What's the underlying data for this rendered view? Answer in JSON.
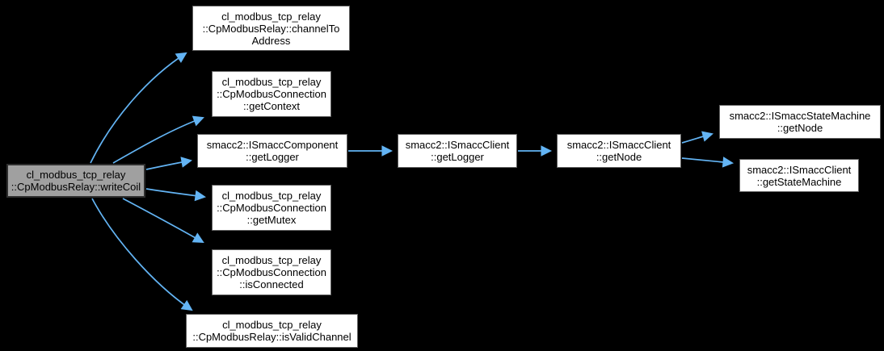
{
  "diagram": {
    "kind": "call-graph",
    "background_color": "#000000",
    "edge_color": "#63b4f4",
    "node_fill": "#ffffff",
    "node_border": "#5f5f5f",
    "highlight_node_fill": "#a0a0a0",
    "highlight_node_border": "#2e2e2e"
  },
  "nodes": {
    "writeCoil": {
      "lines": [
        "cl_modbus_tcp_relay",
        "::CpModbusRelay::writeCoil"
      ],
      "highlighted": true
    },
    "channelToAddress": {
      "lines": [
        "cl_modbus_tcp_relay",
        "::CpModbusRelay::channelTo",
        "Address"
      ]
    },
    "getContext": {
      "lines": [
        "cl_modbus_tcp_relay",
        "::CpModbusConnection",
        "::getContext"
      ]
    },
    "componentGetLogger": {
      "lines": [
        "smacc2::ISmaccComponent",
        "::getLogger"
      ]
    },
    "getMutex": {
      "lines": [
        "cl_modbus_tcp_relay",
        "::CpModbusConnection",
        "::getMutex"
      ]
    },
    "isConnected": {
      "lines": [
        "cl_modbus_tcp_relay",
        "::CpModbusConnection",
        "::isConnected"
      ]
    },
    "isValidChannel": {
      "lines": [
        "cl_modbus_tcp_relay",
        "::CpModbusRelay::isValidChannel"
      ]
    },
    "clientGetLogger": {
      "lines": [
        "smacc2::ISmaccClient",
        "::getLogger"
      ]
    },
    "clientGetNode": {
      "lines": [
        "smacc2::ISmaccClient",
        "::getNode"
      ]
    },
    "stateMachineGetNode": {
      "lines": [
        "smacc2::ISmaccStateMachine",
        "::getNode"
      ]
    },
    "getStateMachine": {
      "lines": [
        "smacc2::ISmaccClient",
        "::getStateMachine"
      ]
    }
  },
  "edges": [
    {
      "from": "writeCoil",
      "to": "channelToAddress"
    },
    {
      "from": "writeCoil",
      "to": "getContext"
    },
    {
      "from": "writeCoil",
      "to": "componentGetLogger"
    },
    {
      "from": "writeCoil",
      "to": "getMutex"
    },
    {
      "from": "writeCoil",
      "to": "isConnected"
    },
    {
      "from": "writeCoil",
      "to": "isValidChannel"
    },
    {
      "from": "componentGetLogger",
      "to": "clientGetLogger"
    },
    {
      "from": "clientGetLogger",
      "to": "clientGetNode"
    },
    {
      "from": "clientGetNode",
      "to": "stateMachineGetNode"
    },
    {
      "from": "clientGetNode",
      "to": "getStateMachine"
    }
  ]
}
